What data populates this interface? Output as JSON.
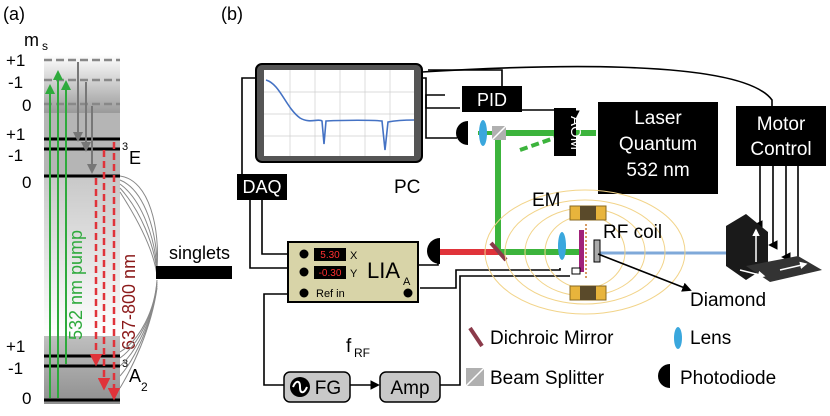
{
  "panel_a": {
    "label": "(a)",
    "ms_label": "m",
    "ms_sub": "s",
    "ticks": [
      "+1",
      "-1",
      "0",
      "+1",
      "-1",
      "0",
      "+1",
      "-1",
      "0"
    ],
    "excited_state": "E",
    "excited_sup": "3",
    "ground_state": "A",
    "ground_sup": "3",
    "ground_sub": "2",
    "pump_label": "532 nm pump",
    "emission_label": "637-800 nm",
    "singlets_label": "singlets",
    "colors": {
      "pump": "#2eaa3c",
      "emission": "#e0333a",
      "emission_text": "#8b1a1a",
      "pump_text": "#2eaa3c"
    }
  },
  "panel_b": {
    "label": "(b)",
    "pc_label": "PC",
    "daq_label": "DAQ",
    "pid_label": "PID",
    "aom_label": "AOM",
    "laser_label_1": "Laser",
    "laser_label_2": "Quantum",
    "laser_label_3": "532 nm",
    "motor_label_1": "Motor",
    "motor_label_2": "Control",
    "em_label": "EM",
    "rf_coil_label": "RF coil",
    "diamond_label": "Diamond",
    "lia": {
      "label": "LIA",
      "x_display": "5.30",
      "y_display": "-0.30",
      "x_label": "X",
      "y_label": "Y",
      "ref_label": "Ref in",
      "a_label": "A"
    },
    "frf_label": "f",
    "frf_sub": "RF",
    "fg_label": "FG",
    "amp_label": "Amp",
    "legend": {
      "dichroic": "Dichroic Mirror",
      "lens": "Lens",
      "beam_splitter": "Beam Splitter",
      "photodiode": "Photodiode"
    },
    "colors": {
      "laser_green": "#3cb43c",
      "red_beam": "#e0333a",
      "lens_blue": "#3aa7dd",
      "lia_bg": "#d8d4a8",
      "magnet_yellow": "#e8b43c",
      "dichroic": "#8b3a4a"
    }
  }
}
